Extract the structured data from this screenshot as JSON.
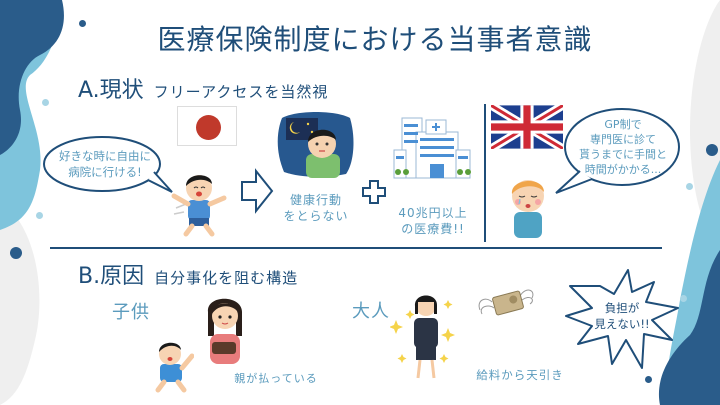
{
  "slide": {
    "title": "医療保険制度における当事者意識",
    "colors": {
      "dark_blue": "#2a5c8a",
      "light_blue": "#7ec4dc",
      "grey_bg": "#efefef",
      "text_dark": "#1f4e79",
      "text_light": "#5b9bbd",
      "japan_red": "#c0392b",
      "uk_blue": "#1d3f8f",
      "uk_red": "#cf2a36"
    }
  },
  "section_a": {
    "heading": "A.現状",
    "subheading": "フリーアクセスを当然視",
    "japan": {
      "flag_icon": "japan-flag-icon",
      "speech_bubble": [
        "好きな時に自由に",
        "病院に行ける!"
      ],
      "person_icon": "happy-boy-running-icon",
      "arrow_icon": "right-arrow-outline-icon"
    },
    "consequence_1": {
      "icon": "sleepless-man-at-night-icon",
      "caption": [
        "健康行動",
        "をとらない"
      ]
    },
    "plus_icon": "plus-outline-icon",
    "consequence_2": {
      "icon": "hospital-building-icon",
      "caption": [
        "40兆円以上",
        "の医療費!!"
      ]
    },
    "uk": {
      "flag_icon": "uk-flag-icon",
      "speech_bubble": [
        "GP制で",
        "専門医に診て",
        "貰うまでに手間と",
        "時間がかかる..."
      ],
      "person_icon": "sad-crying-boy-icon"
    }
  },
  "section_b": {
    "heading": "B.原因",
    "subheading": "自分事化を阻む構造",
    "child": {
      "label": "子供",
      "icons": [
        "mother-with-wallet-icon",
        "baby-boy-icon"
      ],
      "caption": "親が払っている"
    },
    "adult": {
      "label": "大人",
      "icons": [
        "businesswoman-sparkle-icon",
        "flying-banknote-icon"
      ],
      "caption": "給料から天引き"
    },
    "burst": {
      "text": [
        "負担が",
        "見えない!!"
      ]
    }
  }
}
